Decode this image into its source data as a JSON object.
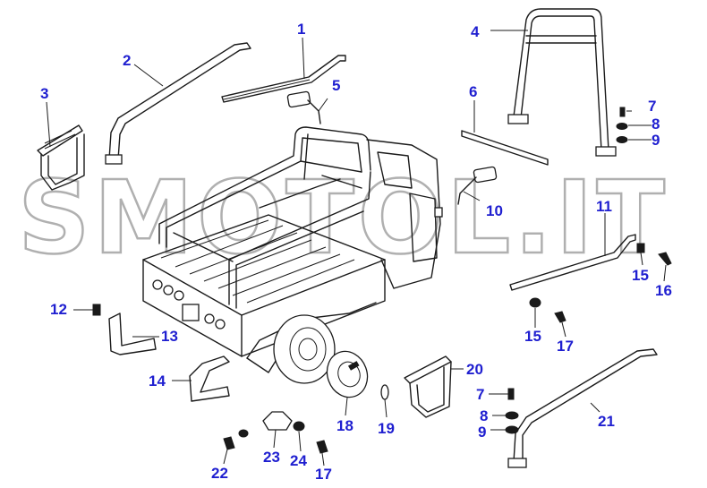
{
  "watermark": "SMOTOL.IT",
  "label_color": "#1f1fd0",
  "labels": [
    {
      "id": "l1",
      "text": "1"
    },
    {
      "id": "l2",
      "text": "2"
    },
    {
      "id": "l3",
      "text": "3"
    },
    {
      "id": "l4",
      "text": "4"
    },
    {
      "id": "l5",
      "text": "5"
    },
    {
      "id": "l6",
      "text": "6"
    },
    {
      "id": "l7a",
      "text": "7"
    },
    {
      "id": "l8a",
      "text": "8"
    },
    {
      "id": "l9a",
      "text": "9"
    },
    {
      "id": "l10",
      "text": "10"
    },
    {
      "id": "l11",
      "text": "11"
    },
    {
      "id": "l12",
      "text": "12"
    },
    {
      "id": "l13",
      "text": "13"
    },
    {
      "id": "l14",
      "text": "14"
    },
    {
      "id": "l15a",
      "text": "15"
    },
    {
      "id": "l16",
      "text": "16"
    },
    {
      "id": "l15b",
      "text": "15"
    },
    {
      "id": "l17a",
      "text": "17"
    },
    {
      "id": "l18",
      "text": "18"
    },
    {
      "id": "l19",
      "text": "19"
    },
    {
      "id": "l20",
      "text": "20"
    },
    {
      "id": "l7b",
      "text": "7"
    },
    {
      "id": "l8b",
      "text": "8"
    },
    {
      "id": "l9b",
      "text": "9"
    },
    {
      "id": "l21",
      "text": "21"
    },
    {
      "id": "l22",
      "text": "22"
    },
    {
      "id": "l23",
      "text": "23"
    },
    {
      "id": "l24",
      "text": "24"
    },
    {
      "id": "l17b",
      "text": "17"
    }
  ]
}
